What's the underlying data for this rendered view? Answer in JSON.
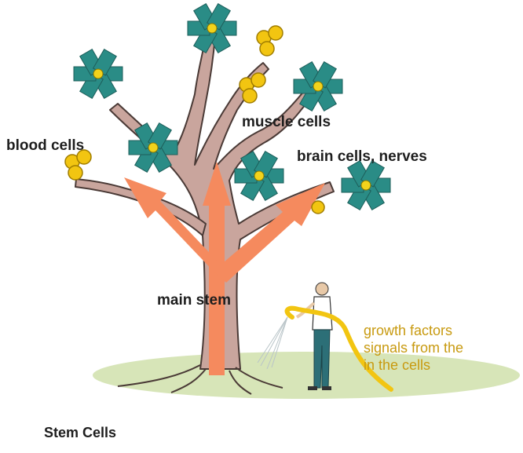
{
  "labels": {
    "blood": "blood cells",
    "muscle": "muscle cells",
    "brain": "brain cells, nerves",
    "main_stem": "main stem",
    "growth": [
      "growth factors",
      "signals from the",
      "in the cells"
    ],
    "title": "Stem Cells"
  },
  "colors": {
    "trunk": "#c9a59d",
    "trunk_outline": "#4a3a36",
    "arrow": "#f58a5e",
    "flower": "#2a8c86",
    "flower_center": "#f2d31c",
    "cell": "#f2c511",
    "cell_outline": "#a07d00",
    "ground": "#d7e5b8",
    "hose": "#f2c511",
    "growth_text": "#c89a10"
  },
  "icons": [
    "flower-cell-icon",
    "yellow-cell-cluster-icon",
    "gardener-figure",
    "water-hose-icon"
  ]
}
